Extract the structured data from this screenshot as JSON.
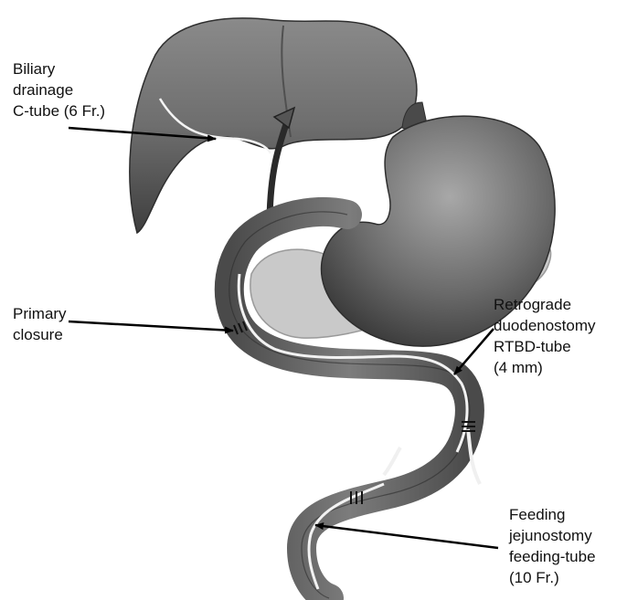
{
  "labels": {
    "biliary": {
      "line1": "Biliary",
      "line2": "drainage",
      "line3": "C-tube (6 Fr.)"
    },
    "primary": {
      "line1": "Primary",
      "line2": "closure"
    },
    "retrograde": {
      "line1": "Retrograde",
      "line2": "duodenostomy",
      "line3": "RTBD-tube",
      "line4": "(4 mm)"
    },
    "feeding": {
      "line1": "Feeding",
      "line2": "jejunostomy",
      "line3": "feeding-tube",
      "line4": "(10 Fr.)"
    }
  },
  "colors": {
    "organ_light": "#9a9a9a",
    "organ_dark": "#3c3c3c",
    "pancreas": "#c9c9c9",
    "tube": "#f4f4f4",
    "arrow": "#000000"
  }
}
